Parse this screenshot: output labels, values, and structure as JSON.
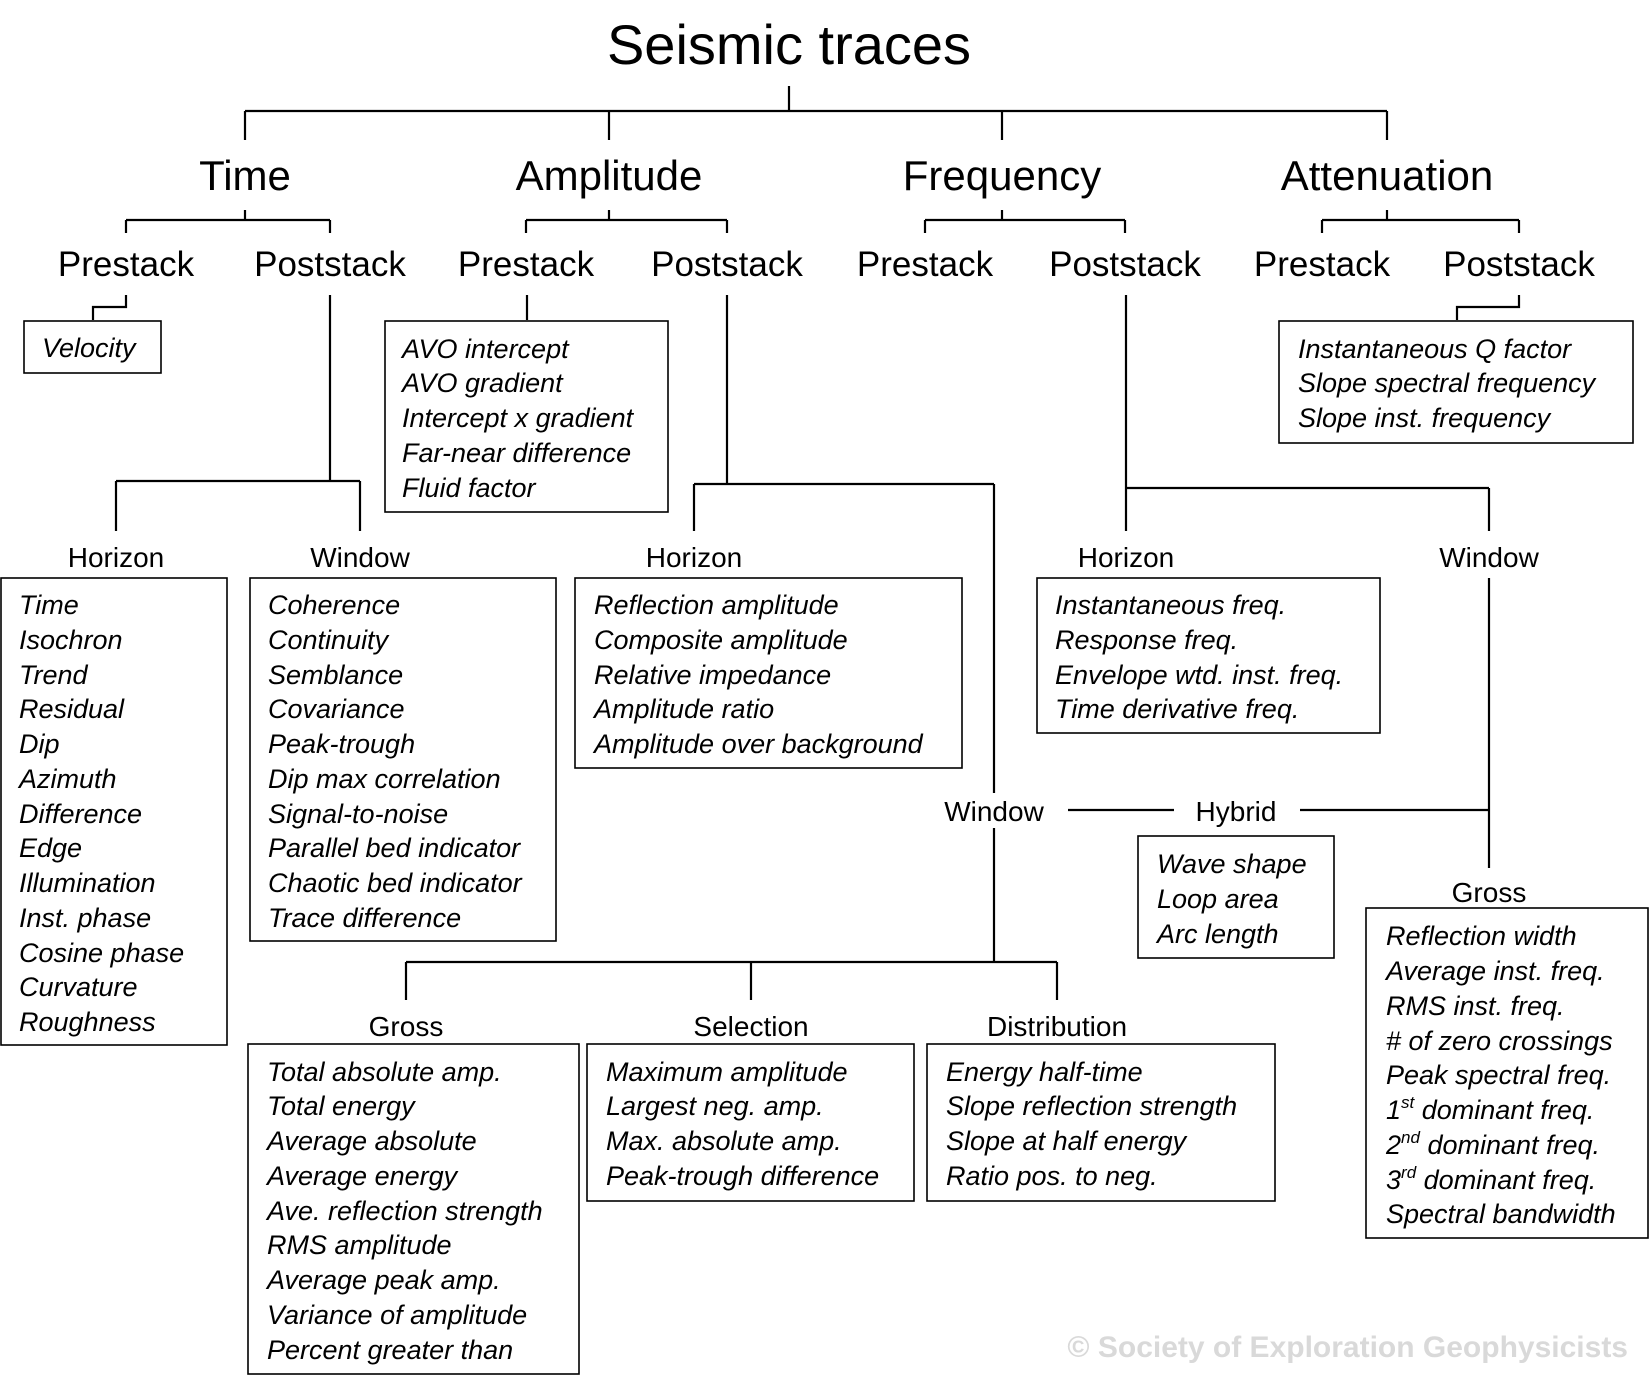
{
  "title": "Seismic traces",
  "categories": {
    "time": "Time",
    "amplitude": "Amplitude",
    "frequency": "Frequency",
    "attenuation": "Attenuation"
  },
  "stages": {
    "prestack": "Prestack",
    "poststack": "Poststack"
  },
  "subs": {
    "horizon": "Horizon",
    "window": "Window",
    "gross": "Gross",
    "selection": "Selection",
    "distribution": "Distribution",
    "hybrid": "Hybrid"
  },
  "boxes": {
    "time_prestack": [
      "Velocity"
    ],
    "amp_prestack": [
      "AVO intercept",
      "AVO gradient",
      "Intercept x gradient",
      "Far-near difference",
      "Fluid factor"
    ],
    "atten_poststack": [
      "Instantaneous Q factor",
      "Slope spectral frequency",
      "Slope inst. frequency"
    ],
    "time_horizon": [
      "Time",
      "Isochron",
      "Trend",
      "Residual",
      "Dip",
      "Azimuth",
      "Difference",
      "Edge",
      "Illumination",
      "Inst. phase",
      "Cosine phase",
      "Curvature",
      "Roughness"
    ],
    "time_window": [
      "Coherence",
      "Continuity",
      "Semblance",
      "Covariance",
      "Peak-trough",
      "Dip max correlation",
      "Signal-to-noise",
      "Parallel bed indicator",
      "Chaotic bed indicator",
      "Trace difference"
    ],
    "amp_horizon": [
      "Reflection amplitude",
      "Composite amplitude",
      "Relative impedance",
      "Amplitude ratio",
      "Amplitude over background"
    ],
    "freq_horizon": [
      "Instantaneous freq.",
      "Response freq.",
      "Envelope wtd. inst. freq.",
      "Time derivative freq."
    ],
    "hybrid": [
      "Wave shape",
      "Loop area",
      "Arc length"
    ],
    "freq_gross": [
      "Reflection width",
      "Average inst. freq.",
      "RMS inst. freq.",
      "# of zero crossings",
      "Peak spectral freq."
    ],
    "freq_gross_ordinals": [
      {
        "num": "1",
        "sup": "st",
        "rest": " dominant freq."
      },
      {
        "num": "2",
        "sup": "nd",
        "rest": " dominant freq."
      },
      {
        "num": "3",
        "sup": "rd",
        "rest": " dominant freq."
      }
    ],
    "freq_gross_last": "Spectral bandwidth",
    "amp_gross": [
      "Total absolute amp.",
      "Total energy",
      "Average absolute",
      "Average energy",
      "Ave. reflection strength",
      "RMS amplitude",
      "Average peak amp.",
      "Variance of amplitude",
      "Percent greater than"
    ],
    "amp_selection": [
      "Maximum amplitude",
      "Largest neg. amp.",
      "Max. absolute amp.",
      "Peak-trough difference"
    ],
    "amp_distribution": [
      "Energy half-time",
      "Slope reflection strength",
      "Slope at half energy",
      "Ratio pos. to neg."
    ]
  },
  "watermark": "© Society of Exploration Geophysicists"
}
